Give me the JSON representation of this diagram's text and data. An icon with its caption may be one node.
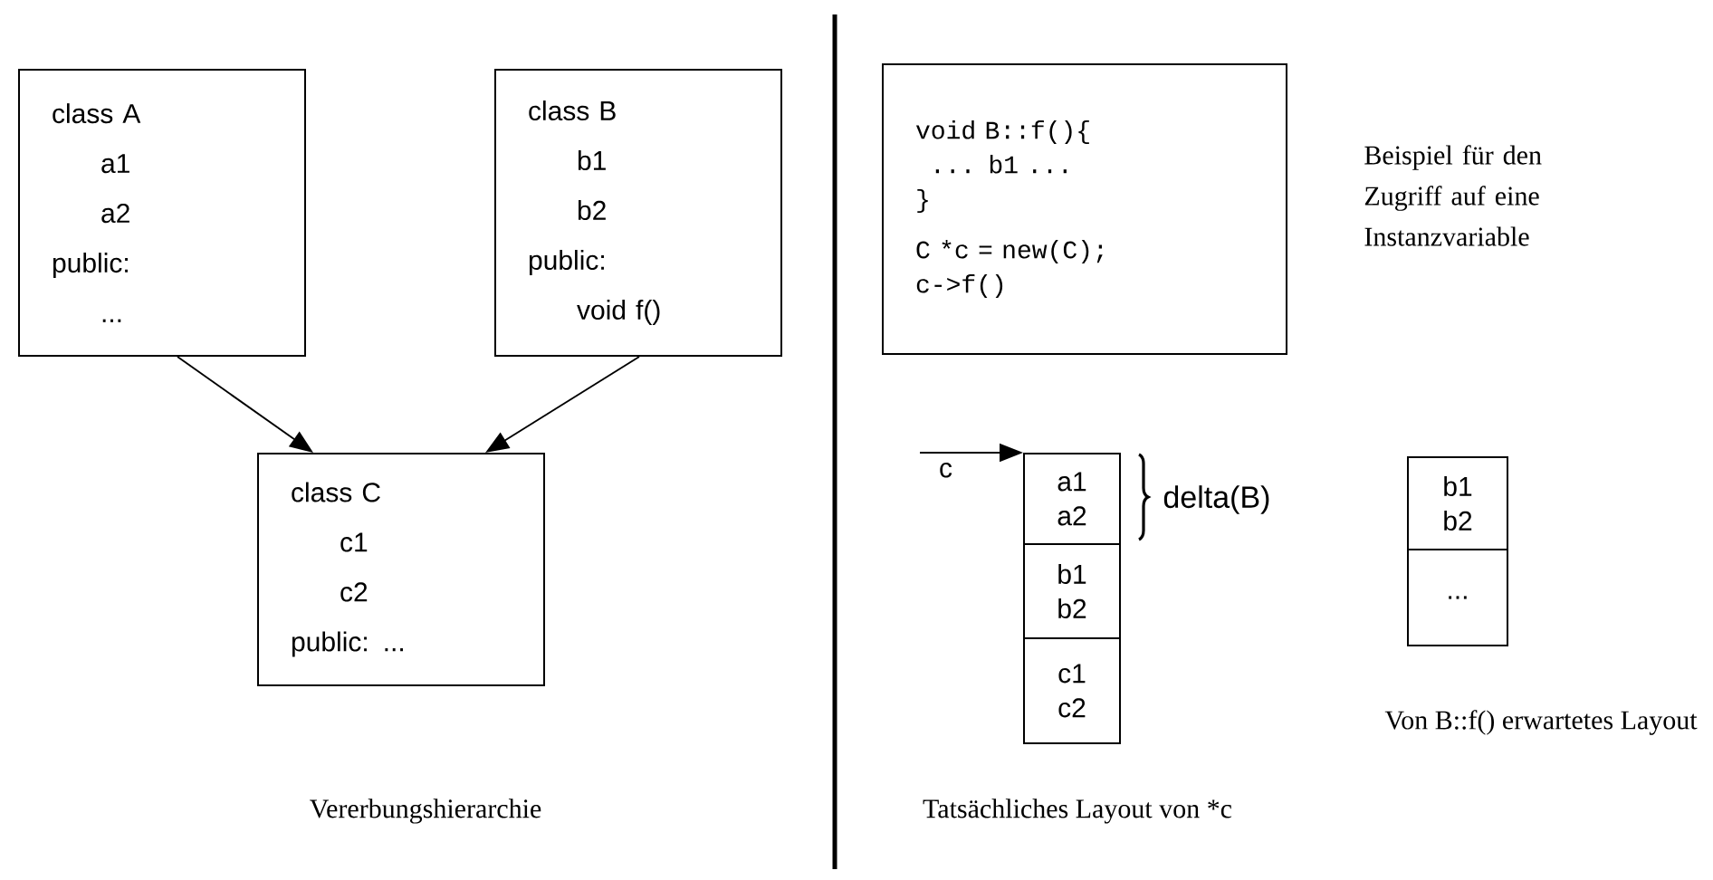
{
  "diagram": {
    "nodes": [
      {
        "text": [
          "class  A",
          "a1",
          "a2",
          "public:",
          "..."
        ]
      },
      {
        "text": [
          "class  B",
          "b1",
          "b2",
          "public:",
          "void f()"
        ]
      },
      {
        "text": [
          "class  C",
          "c1",
          "c2",
          "public: ..."
        ]
      },
      {
        "text": [
          "void B::f(){",
          "... b1 ...",
          "}",
          "C *c = new(C);",
          "c->f()"
        ]
      },
      {
        "text": [
          "a1",
          "a2"
        ]
      },
      {
        "text": [
          "b1",
          "b2"
        ]
      },
      {
        "text": [
          "c1",
          "c2"
        ]
      },
      {
        "text": [
          "b1",
          "b2"
        ]
      },
      {
        "text": [
          "..."
        ]
      }
    ],
    "edges": [
      {
        "from": 0,
        "to": 2,
        "arrow": "to"
      },
      {
        "from": 1,
        "to": 2,
        "arrow": "to"
      },
      {
        "from": null,
        "to": 4,
        "arrow": "to",
        "label": "c"
      }
    ],
    "labels": [
      "Beispiel für den Zugriff auf eine Instanzvariable",
      "delta(B)",
      "Von B::f() erwartetes Layout",
      "Vererbungshierarchie",
      "Tatsächliches Layout von *c"
    ]
  }
}
